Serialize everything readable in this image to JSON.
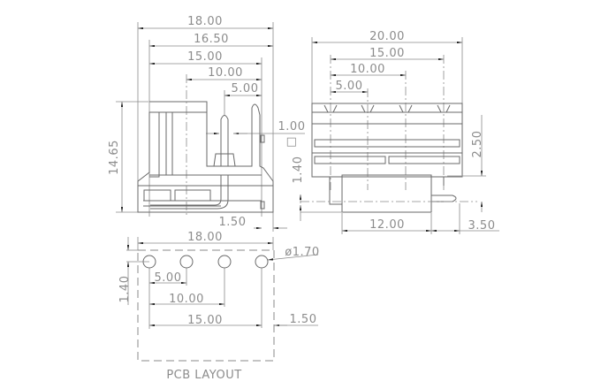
{
  "side_view": {
    "dims": {
      "d18": "18.00",
      "d1650": "16.50",
      "d15": "15.00",
      "d10": "10.00",
      "d5": "5.00",
      "d1465": "14.65",
      "d1": "1.00",
      "d140": "1.40",
      "d150": "1.50"
    },
    "square_symbol": "□"
  },
  "front_view": {
    "dims": {
      "d20": "20.00",
      "d15": "15.00",
      "d10": "10.00",
      "d5": "5.00",
      "d250": "2.50",
      "d12": "12.00",
      "d350": "3.50"
    }
  },
  "pcb_layout": {
    "title": "PCB LAYOUT",
    "dims": {
      "d18": "18.00",
      "hole": "ø1.70",
      "d140": "1.40",
      "d5": "5.00",
      "d10": "10.00",
      "d15": "15.00",
      "d150": "1.50"
    },
    "hole_count": 4
  },
  "colors": {
    "line": "#6a6a6a",
    "text": "#8c8c8c",
    "arrow": "#222222"
  }
}
